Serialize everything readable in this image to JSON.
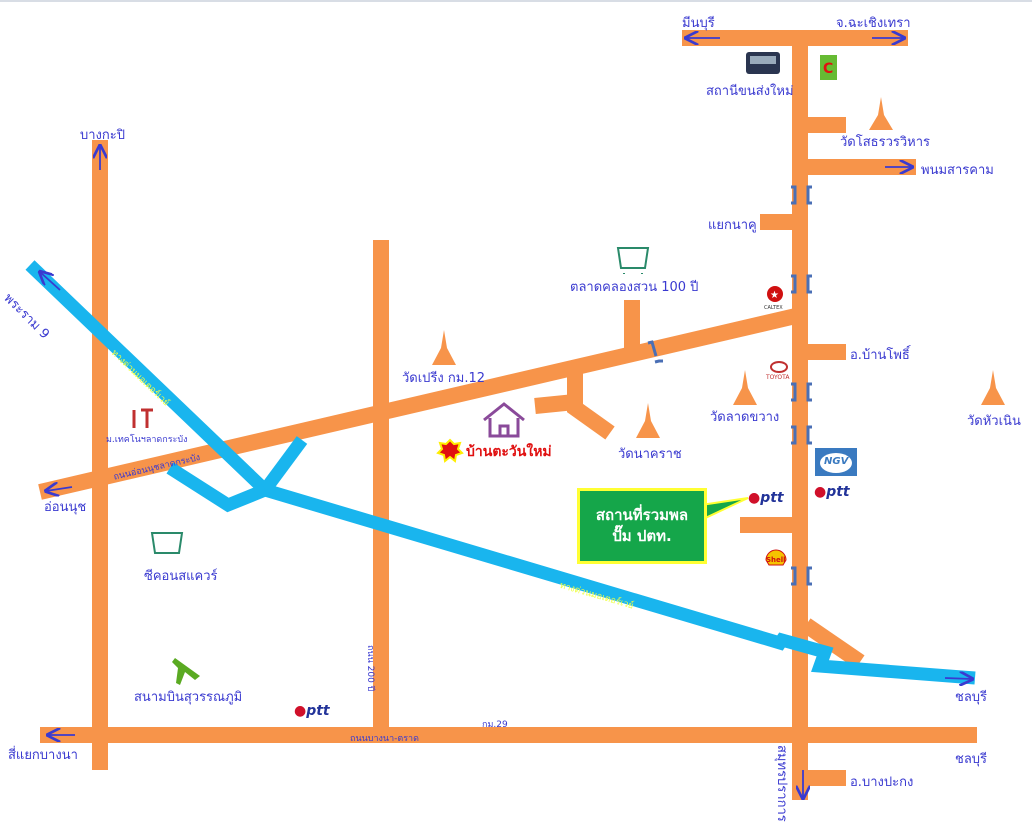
{
  "title": "แผนที่ บ้านตะวันใหม่",
  "colors": {
    "road": "#F7944A",
    "expressway": "#19B5EE",
    "label": "#3A3AD0",
    "home": "#E01010",
    "callout": "#15A64A"
  },
  "labels": {
    "minburi": "มีนบุรี",
    "chachoengsao": "จ.ฉะเชิงเทรา",
    "bus_station": "สถานีขนส่งใหม่",
    "wat_sothon": "วัดโสธรวรวิหาร",
    "phanom": "พนมสารคาม",
    "yaek_nakhu": "แยกนาคู",
    "bangkapi": "บางกะปิ",
    "rama9": "พระราม 9",
    "market": "ตลาดคลองสวน 100 ปี",
    "wat_preng": "วัดเปรีง กม.12",
    "ban_pho": "อ.บ้านโพธิ์",
    "wat_ladkhwang": "วัดลาดขวาง",
    "wat_huanoen": "วัดหัวเนิน",
    "kmitl": "ม.เทคโนฯลาดกระบัง",
    "onnut_road": "ถนนอ่อนนุชลาดกระบัง",
    "onnut": "อ่อนนุช",
    "home": "บ้านตะวันใหม่",
    "wat_nakarat": "วัดนาคราช",
    "seacon": "ซีคอนสแควร์",
    "expressway1": "ทางด่วนมอเตอร์เวย์",
    "expressway2": "ทางด่วนมอเตอร์เวย์",
    "airport": "สนามบินสุวรรณภูมิ",
    "road200": "ถนน 200 ปี",
    "km29": "กม.29",
    "bangna_road": "ถนนบางนา-ตราด",
    "chonburi1": "ชลบุรี",
    "chonburi2": "ชลบุรี",
    "bangna": "สี่แยกบางนา",
    "samutprakan": "สมุทรปราการ",
    "bang_pakong": "อ.บางปะกง",
    "caltex": "CALTEX",
    "toyota": "TOYOTA",
    "shell": "Shell",
    "ngv": "NGV",
    "ptt": "ptt"
  },
  "callout": {
    "line1": "สถานที่รวมพล",
    "line2": "ปั๊ม ปตท."
  }
}
